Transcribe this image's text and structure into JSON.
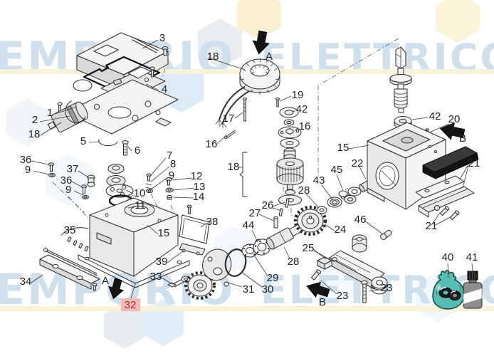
{
  "watermark": {
    "word_left": "EMPORIO",
    "word_right": "ELETTRICO"
  },
  "colors": {
    "watermark_text": "#cfdfec",
    "hex_blue": "#dfeef9",
    "hex_gray": "#e9edf0",
    "hex_cream": "#f8f0d0",
    "band_yellow": "#f8f3d8",
    "line_art_ink": "#2b2b2b",
    "bag_teal": "#57bcb2",
    "rubber_black": "#1f1f1f",
    "highlight_bg": "#f4b9b6",
    "highlight_text": "#8d3530"
  },
  "callouts": {
    "t3": "3",
    "t18a": "18",
    "t4": "4",
    "t1": "1",
    "t2": "2",
    "t18b": "18",
    "t17": "17",
    "t5": "5",
    "t6": "6",
    "t16a": "16",
    "t36a": "36",
    "t9a": "9",
    "t7": "7",
    "t8": "8",
    "t9b": "9",
    "t37": "37",
    "t12": "12",
    "t13": "13",
    "t14": "14",
    "t18c": "18",
    "t19": "19",
    "t42a": "42",
    "t16b": "16",
    "t36b": "36",
    "t9c": "9",
    "t10": "10",
    "t11": "11",
    "t35": "35",
    "t15a": "15",
    "t38": "38",
    "t39": "39",
    "t34": "34",
    "t33": "33",
    "t32": "32",
    "tA1": "A",
    "tA2": "A",
    "t42b": "42",
    "t20": "20",
    "tB1": "B",
    "t15b": "15",
    "t22": "22",
    "t45": "45",
    "t21a": "21",
    "t43": "43",
    "t28a": "28",
    "t26": "26",
    "t27": "27",
    "t44": "44",
    "t24": "24",
    "t46": "46",
    "t25": "25",
    "t28b": "28",
    "t29": "29",
    "t30": "30",
    "t31": "31",
    "t23a": "23",
    "t23b": "23",
    "t21b": "21",
    "t40": "40",
    "t41": "41",
    "tB2": "B"
  }
}
